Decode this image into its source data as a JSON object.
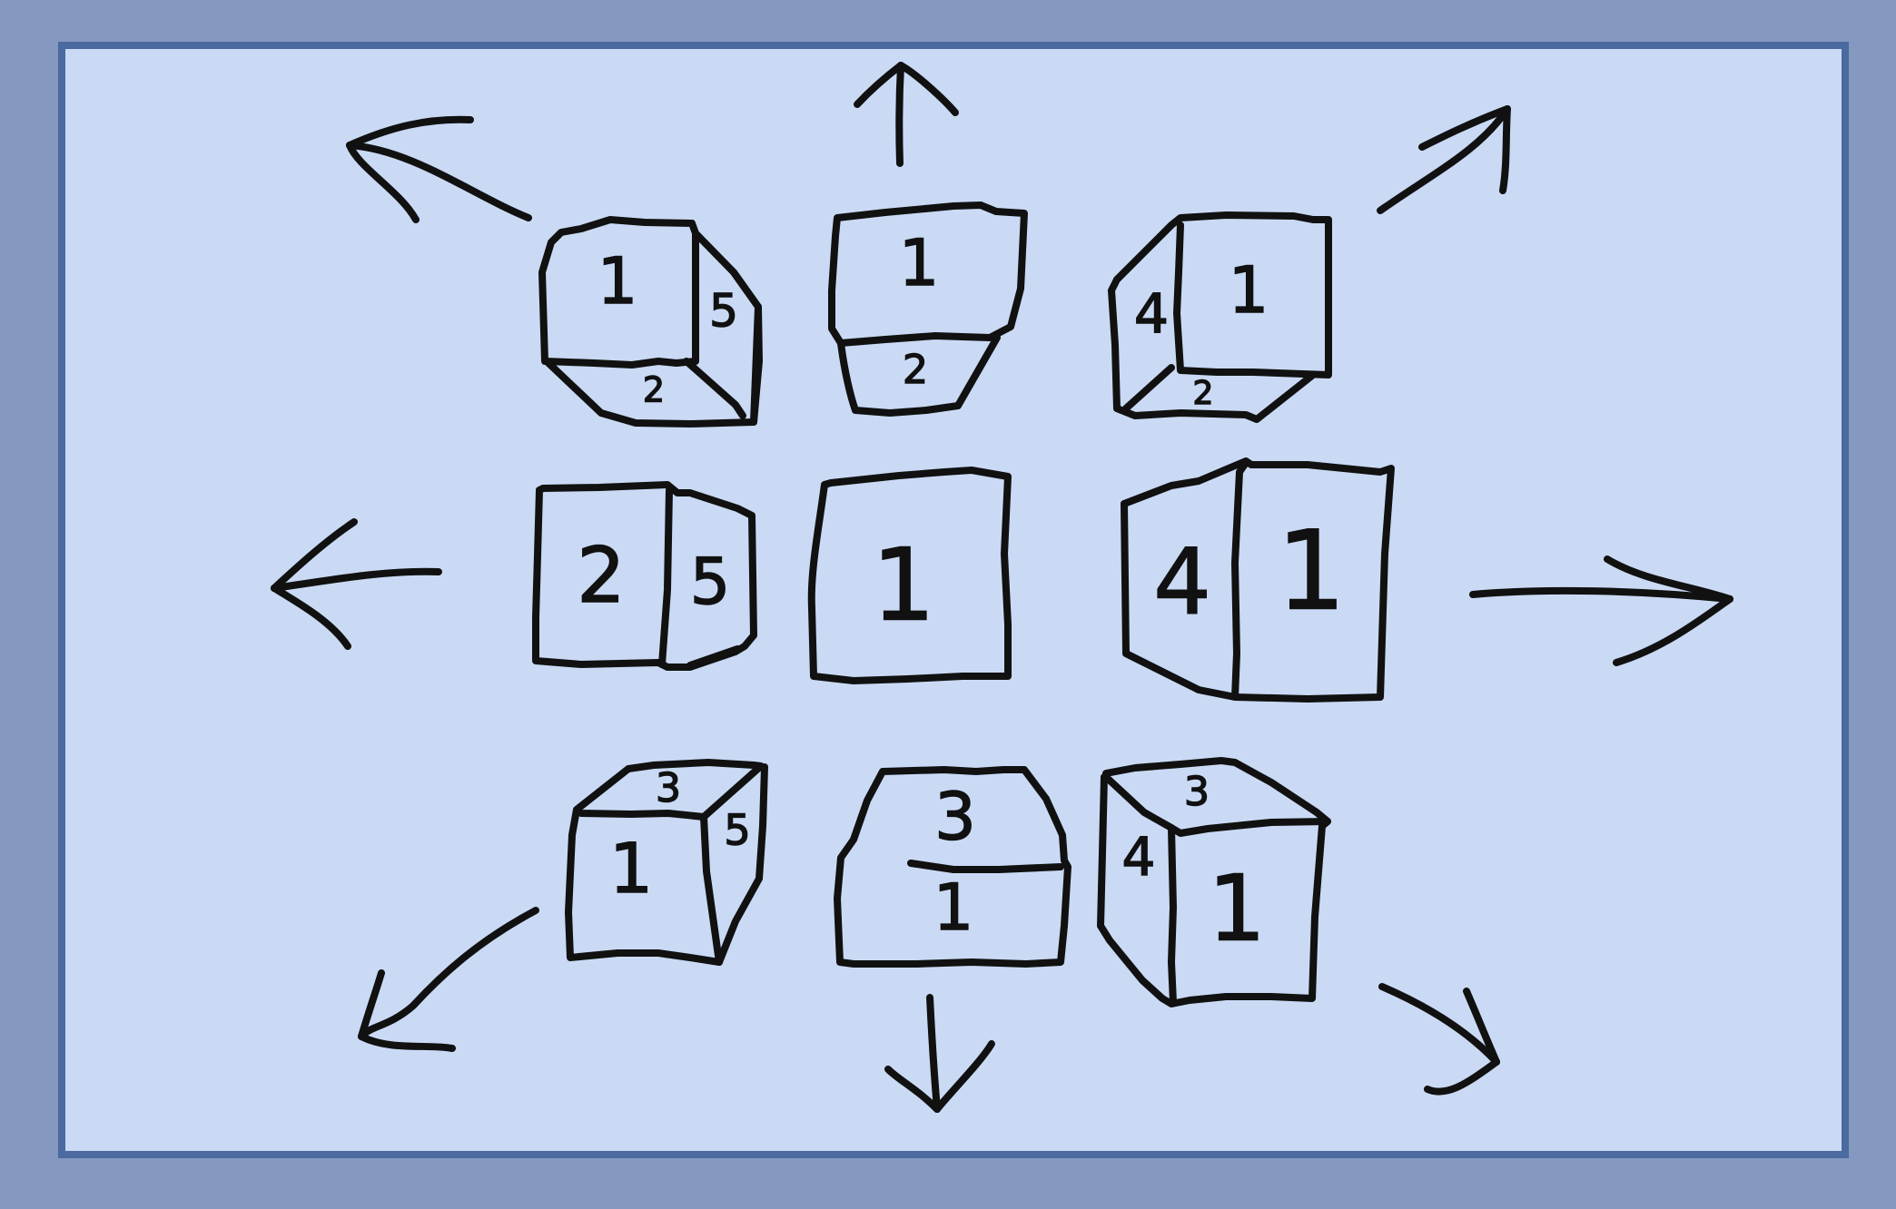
{
  "views": {
    "up_left": {
      "front": "1",
      "right": "5",
      "bottom": "2"
    },
    "up": {
      "front": "1",
      "bottom": "2"
    },
    "up_right": {
      "left": "4",
      "front": "1",
      "bottom": "2"
    },
    "left": {
      "front": "2",
      "right": "5"
    },
    "center": {
      "front": "1"
    },
    "right": {
      "left": "4",
      "front": "1"
    },
    "down_left": {
      "top": "3",
      "front": "1",
      "right": "5"
    },
    "down": {
      "top": "3",
      "front": "1"
    },
    "down_right": {
      "top": "3",
      "left": "4",
      "front": "1"
    }
  },
  "colors": {
    "frame": "#8498c0",
    "panel": "#cadaf5",
    "panel_border": "#4a6aa0",
    "ink": "#111111"
  }
}
